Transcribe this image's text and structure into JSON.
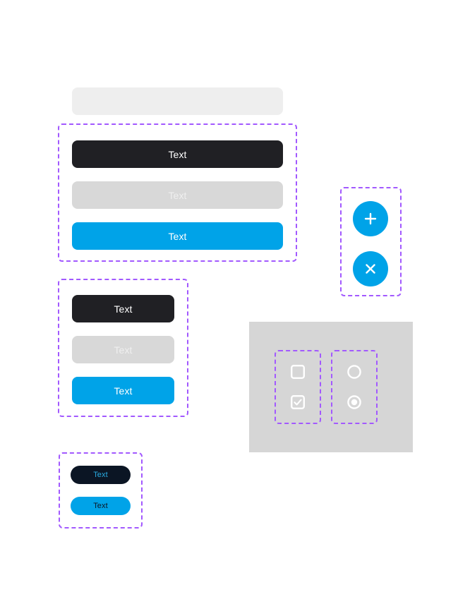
{
  "page": {
    "title": "UI Component Specimen",
    "background": "#ffffff"
  },
  "colors": {
    "dark": "#202024",
    "disabled_bg": "#d8d8d8",
    "disabled_text": "#efefef",
    "primary_blue": "#00a3e8",
    "accent_blue_text": "#29abe2",
    "navy": "#0b1524",
    "dashed_outline": "#a259ff",
    "skeleton": "#eeeeee",
    "panel_gray": "#d6d6d6",
    "white": "#ffffff"
  },
  "skeleton": {
    "name": "empty-input-bar",
    "value": "",
    "placeholder": ""
  },
  "button_groups": [
    {
      "name": "wide-button-group",
      "buttons": [
        {
          "label": "Text",
          "variant": "dark"
        },
        {
          "label": "Text",
          "variant": "disabled"
        },
        {
          "label": "Text",
          "variant": "primary"
        }
      ]
    },
    {
      "name": "medium-button-group",
      "buttons": [
        {
          "label": "Text",
          "variant": "dark"
        },
        {
          "label": "Text",
          "variant": "disabled"
        },
        {
          "label": "Text",
          "variant": "primary"
        }
      ]
    },
    {
      "name": "small-pill-button-group",
      "buttons": [
        {
          "label": "Text",
          "variant": "small-dark"
        },
        {
          "label": "Text",
          "variant": "small-blue"
        }
      ]
    }
  ],
  "fab_group": {
    "name": "floating-action-button-group",
    "buttons": [
      {
        "icon": "plus-icon",
        "label": ""
      },
      {
        "icon": "close-icon",
        "label": ""
      }
    ]
  },
  "control_panel": {
    "name": "selection-controls-panel",
    "checkbox_group": {
      "name": "checkbox-group",
      "items": [
        {
          "icon": "checkbox-unchecked-icon",
          "checked": false
        },
        {
          "icon": "checkbox-checked-icon",
          "checked": true
        }
      ]
    },
    "radio_group": {
      "name": "radio-group",
      "items": [
        {
          "icon": "radio-unselected-icon",
          "selected": false
        },
        {
          "icon": "radio-selected-icon",
          "selected": true
        }
      ]
    }
  }
}
